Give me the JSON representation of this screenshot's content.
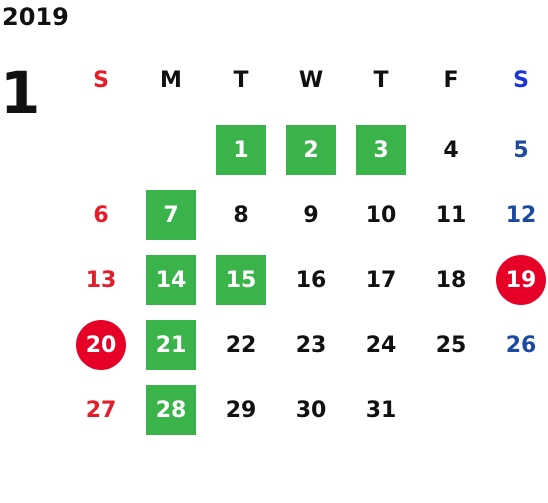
{
  "year": "2019",
  "month": "1",
  "weekday_headers": [
    "S",
    "M",
    "T",
    "W",
    "T",
    "F",
    "S"
  ],
  "colors": {
    "sunday": "#e41d2b",
    "saturday": "#1c4aa0",
    "highlight_green": "#3ab44a",
    "holiday_red": "#e60028"
  },
  "weeks": [
    [
      {
        "day": ""
      },
      {
        "day": ""
      },
      {
        "day": "1",
        "style": "green"
      },
      {
        "day": "2",
        "style": "green"
      },
      {
        "day": "3",
        "style": "green"
      },
      {
        "day": "4"
      },
      {
        "day": "5"
      }
    ],
    [
      {
        "day": "6"
      },
      {
        "day": "7",
        "style": "green"
      },
      {
        "day": "8"
      },
      {
        "day": "9"
      },
      {
        "day": "10"
      },
      {
        "day": "11"
      },
      {
        "day": "12"
      }
    ],
    [
      {
        "day": "13"
      },
      {
        "day": "14",
        "style": "green"
      },
      {
        "day": "15",
        "style": "green"
      },
      {
        "day": "16"
      },
      {
        "day": "17"
      },
      {
        "day": "18"
      },
      {
        "day": "19",
        "style": "red-circle"
      }
    ],
    [
      {
        "day": "20",
        "style": "red-circle"
      },
      {
        "day": "21",
        "style": "green"
      },
      {
        "day": "22"
      },
      {
        "day": "23"
      },
      {
        "day": "24"
      },
      {
        "day": "25"
      },
      {
        "day": "26"
      }
    ],
    [
      {
        "day": "27"
      },
      {
        "day": "28",
        "style": "green"
      },
      {
        "day": "29"
      },
      {
        "day": "30"
      },
      {
        "day": "31"
      },
      {
        "day": ""
      },
      {
        "day": ""
      }
    ]
  ]
}
